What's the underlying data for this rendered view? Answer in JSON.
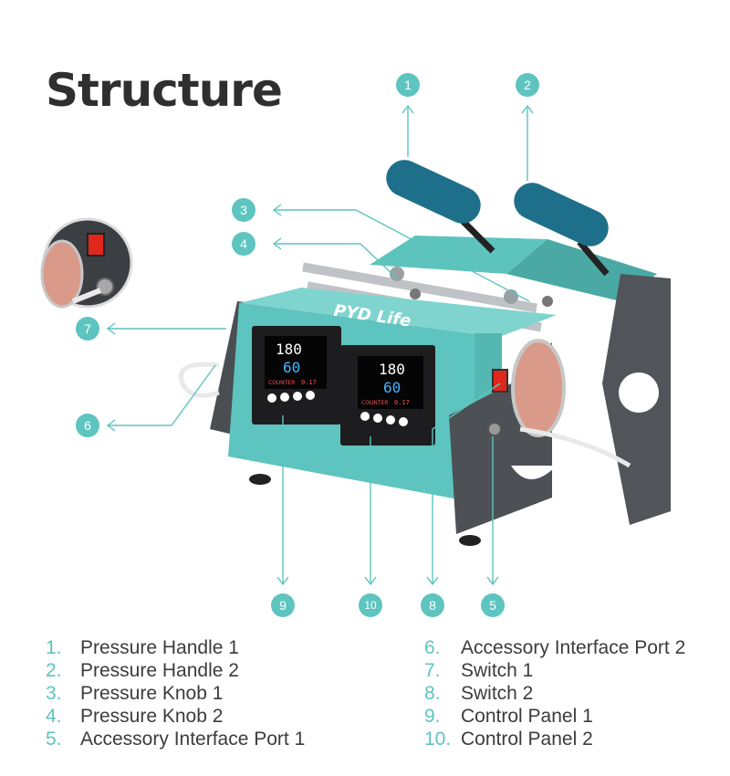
{
  "title": "Structure",
  "accent_color": "#5ec4c0",
  "device": {
    "brand": "PYD Life",
    "display_1": {
      "set_temp": "180",
      "actual_temp": "60",
      "counter_label": "COUNTER",
      "counter_value": "0.17"
    },
    "display_2": {
      "set_temp": "180",
      "actual_temp": "60",
      "counter_label": "COUNTER",
      "counter_value": "0.17"
    }
  },
  "callouts": [
    "1",
    "2",
    "3",
    "4",
    "7",
    "6",
    "9",
    "10",
    "8",
    "5"
  ],
  "legend_left": [
    {
      "num": "1.",
      "label": "Pressure Handle 1"
    },
    {
      "num": "2.",
      "label": "Pressure Handle 2"
    },
    {
      "num": "3.",
      "label": "Pressure Knob 1"
    },
    {
      "num": "4.",
      "label": "Pressure Knob 2"
    },
    {
      "num": "5.",
      "label": "Accessory Interface Port 1"
    }
  ],
  "legend_right": [
    {
      "num": "6.",
      "label": "Accessory Interface Port 2"
    },
    {
      "num": "7.",
      "label": "Switch 1"
    },
    {
      "num": "8.",
      "label": "Switch 2"
    },
    {
      "num": "9.",
      "label": "Control Panel 1"
    },
    {
      "num": "10.",
      "label": "Control Panel 2"
    }
  ]
}
